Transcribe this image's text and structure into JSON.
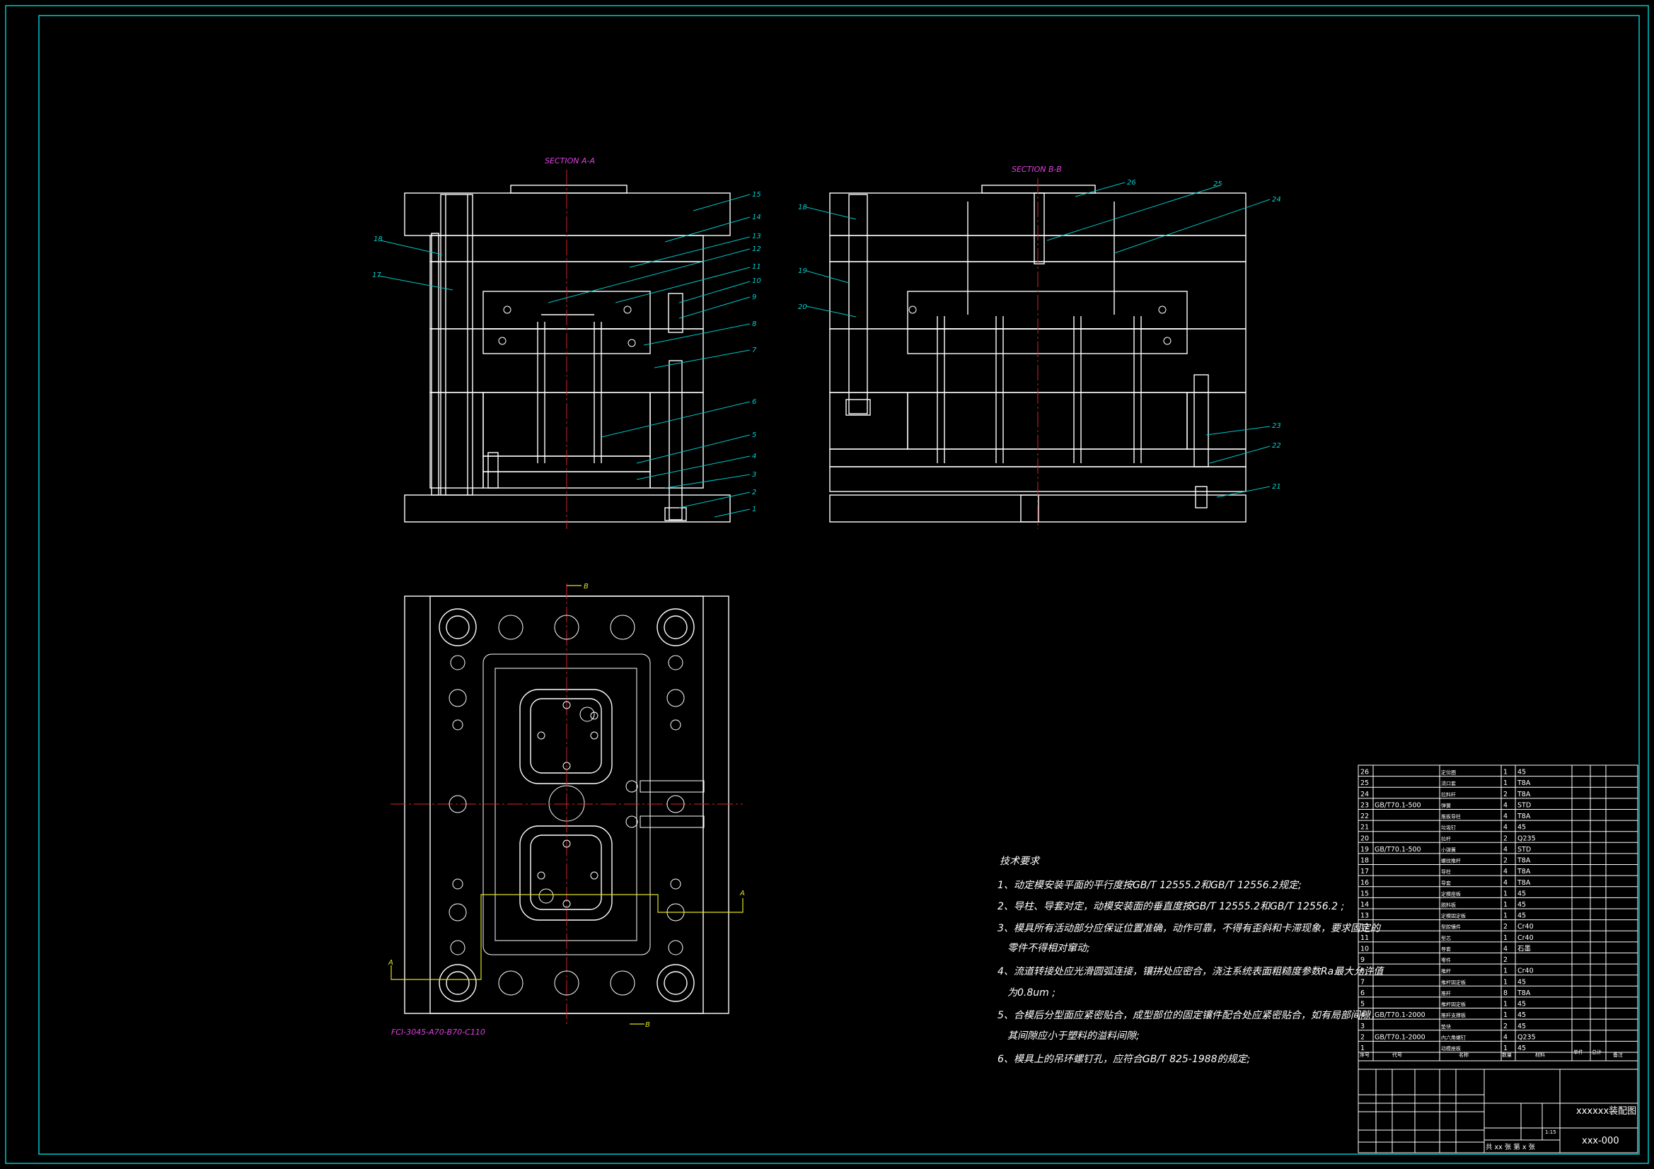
{
  "sections": {
    "aa_title": "SECTION A-A",
    "bb_title": "SECTION B-B",
    "left_labels": [
      "18",
      "17"
    ],
    "right_labels": [
      "15",
      "14",
      "13",
      "12",
      "11",
      "10",
      "9",
      "8",
      "7",
      "6",
      "5",
      "4",
      "3",
      "2",
      "1"
    ],
    "bb_left_labels": [
      "18",
      "19",
      "20"
    ],
    "bb_right_labels": [
      "26",
      "25",
      "24",
      "23",
      "22",
      "21"
    ],
    "cut_b": "B",
    "cut_a": "A",
    "mold_base_code": "FCI-3045-A70-B70-C110"
  },
  "requirements": {
    "title": "技术要求",
    "lines": [
      "1、动定模安装平面的平行度按GB/T 12555.2和GB/T 12556.2规定;",
      "2、导柱、导套对定，动模安装面的垂直度按GB/T 12555.2和GB/T 12556.2 ;",
      "3、模具所有活动部分应保证位置准确，动作可靠，不得有歪斜和卡滞现象，要求固定的",
      "零件不得相对窜动;",
      "4、流道转接处应光滑圆弧连接，镶拼处应密合，浇注系统表面粗糙度参数Ra最大允许值",
      "为0.8um ;",
      "5、合模后分型面应紧密贴合，成型部位的固定镶件配合处应紧密贴合，如有局部间隙，",
      "其间隙应小于塑料的溢料间隙;",
      "6、模具上的吊环螺钉孔，应符合GB/T 825-1988的规定;"
    ]
  },
  "bom": {
    "rows": [
      [
        "26",
        "",
        "定位圈",
        "1",
        "45",
        ""
      ],
      [
        "25",
        "",
        "浇口套",
        "1",
        "T8A",
        ""
      ],
      [
        "24",
        "",
        "拉料杆",
        "2",
        "T8A",
        ""
      ],
      [
        "23",
        "GB/T70.1-500",
        "弹簧",
        "4",
        "STD",
        ""
      ],
      [
        "22",
        "",
        "推板导柱",
        "4",
        "T8A",
        ""
      ],
      [
        "21",
        "",
        "垃圾钉",
        "4",
        "45",
        ""
      ],
      [
        "20",
        "",
        "拉杆",
        "2",
        "Q235",
        ""
      ],
      [
        "19",
        "GB/T70.1-500",
        "小弹簧",
        "4",
        "STD",
        ""
      ],
      [
        "18",
        "",
        "螺纹推杆",
        "2",
        "T8A",
        ""
      ],
      [
        "17",
        "",
        "导柱",
        "4",
        "T8A",
        ""
      ],
      [
        "16",
        "",
        "导套",
        "4",
        "T8A",
        ""
      ],
      [
        "15",
        "",
        "定模座板",
        "1",
        "45",
        ""
      ],
      [
        "14",
        "",
        "脱料板",
        "1",
        "45",
        ""
      ],
      [
        "13",
        "",
        "定模固定板",
        "1",
        "45",
        ""
      ],
      [
        "12",
        "",
        "型腔镶件",
        "2",
        "Cr40",
        ""
      ],
      [
        "11",
        "",
        "型芯",
        "1",
        "Cr40",
        ""
      ],
      [
        "10",
        "",
        "导套",
        "4",
        "石墨",
        ""
      ],
      [
        "9",
        "",
        "零件",
        "2",
        "",
        ""
      ],
      [
        "8",
        "",
        "推杆",
        "1",
        "Cr40",
        ""
      ],
      [
        "7",
        "",
        "推杆固定板",
        "1",
        "45",
        ""
      ],
      [
        "6",
        "",
        "推杆",
        "8",
        "T8A",
        ""
      ],
      [
        "5",
        "",
        "推杆固定板",
        "1",
        "45",
        ""
      ],
      [
        "4",
        "GB/T70.1-2000",
        "推杆支撑板",
        "1",
        "45",
        ""
      ],
      [
        "3",
        "",
        "垫块",
        "2",
        "45",
        ""
      ],
      [
        "2",
        "GB/T70.1-2000",
        "内六角螺钉",
        "4",
        "Q235",
        ""
      ],
      [
        "1",
        "",
        "动模座板",
        "1",
        "45",
        ""
      ]
    ],
    "header": [
      "序号",
      "代号",
      "名称",
      "数量",
      "材料",
      "单件",
      "总计",
      "备注"
    ],
    "drawing_name": "xxxxxx装配图",
    "drawing_no": "xxx-000",
    "scale": "1:15",
    "sheets": "共 xx 张  第 x 张"
  },
  "colors": {
    "background": "#000000",
    "line": "#ffffff",
    "hatch": "#2e9a4a",
    "leader": "#00c8c8",
    "centerline": "#d02828",
    "section_title": "#e040e0"
  }
}
